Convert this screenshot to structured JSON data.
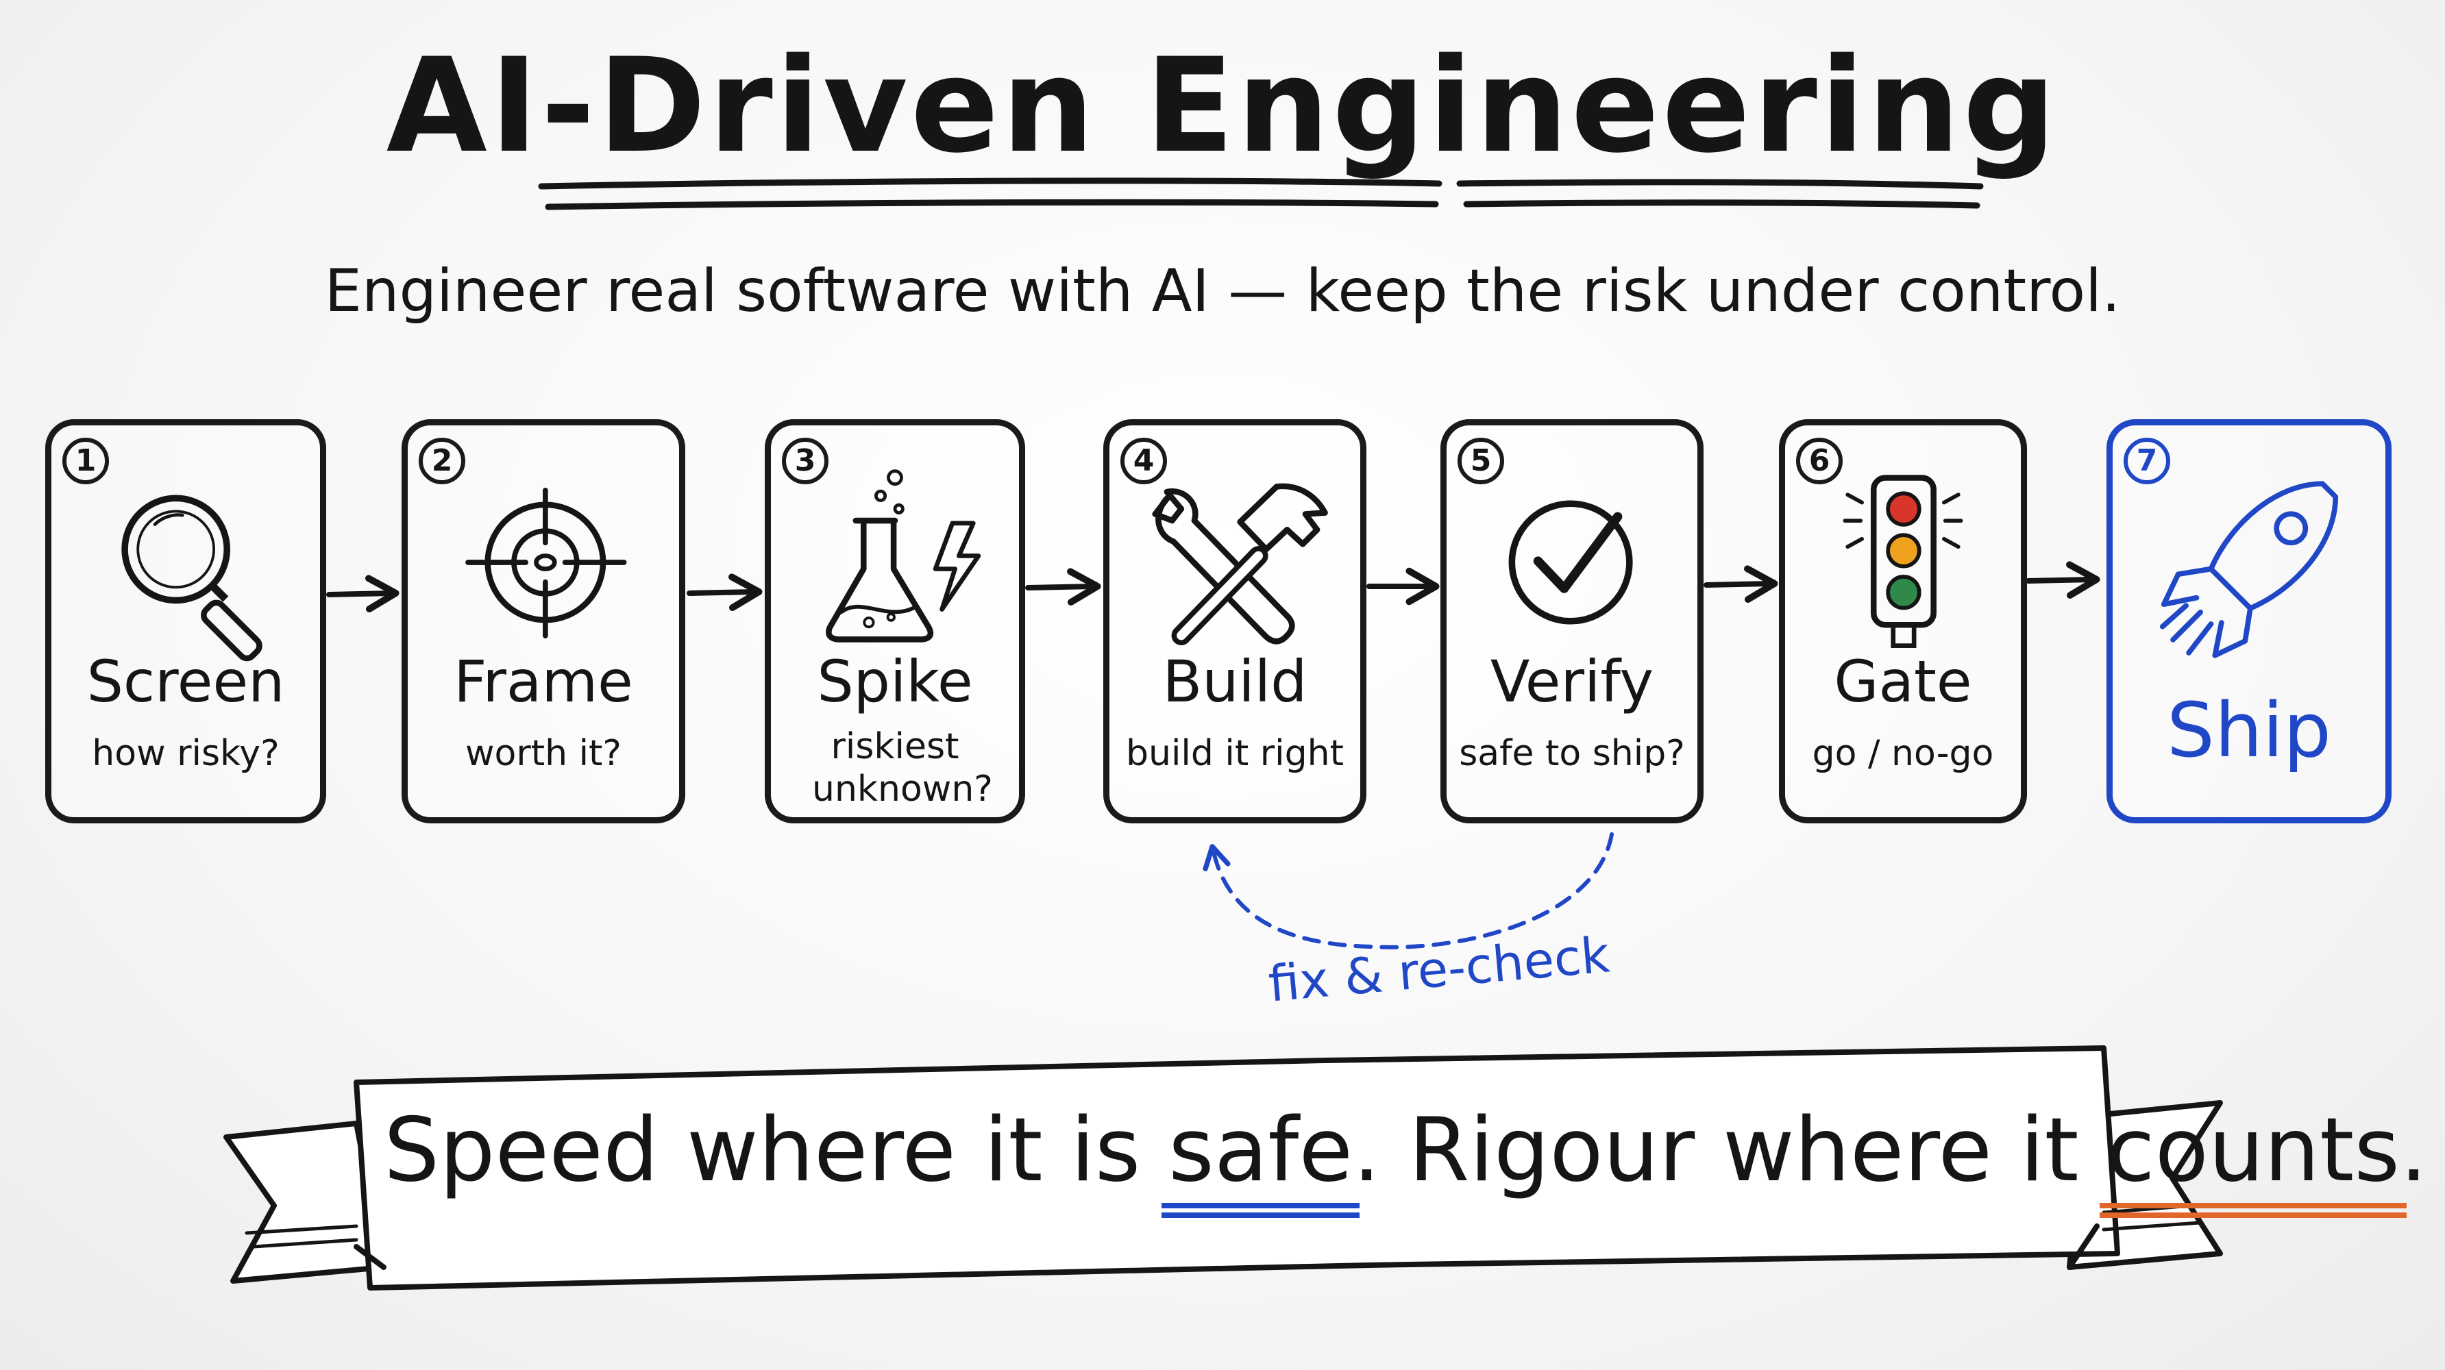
{
  "title": "AI-Driven Engineering",
  "subtitle": "Engineer real software with AI — keep the risk under control.",
  "steps": [
    {
      "number": "1",
      "label": "Screen",
      "sub": "how risky?",
      "icon": "magnifying-glass-icon"
    },
    {
      "number": "2",
      "label": "Frame",
      "sub": "worth it?",
      "icon": "target-crosshair-icon"
    },
    {
      "number": "3",
      "label": "Spike",
      "sub": "riskiest unknown?",
      "icon": "flask-lightning-icon"
    },
    {
      "number": "4",
      "label": "Build",
      "sub": "build it right",
      "icon": "wrench-hammer-icon"
    },
    {
      "number": "5",
      "label": "Verify",
      "sub": "safe to ship?",
      "icon": "checkmark-circle-icon"
    },
    {
      "number": "6",
      "label": "Gate",
      "sub": "go / no-go",
      "icon": "traffic-light-icon"
    },
    {
      "number": "7",
      "label": "Ship",
      "sub": "",
      "icon": "rocket-icon"
    }
  ],
  "loop": {
    "label": "fix & re-check",
    "from": "Verify",
    "to": "Build"
  },
  "banner": {
    "part1": "Speed where it is ",
    "highlight1": "safe",
    "part2": ". Rigour where it ",
    "highlight2": "counts",
    "part3": "."
  },
  "colors": {
    "ink": "#151515",
    "accent_blue": "#1f47c6",
    "accent_orange": "#e0662a",
    "traffic_red": "#d8362a",
    "traffic_amber": "#f0a21e",
    "traffic_green": "#2f8a4a"
  }
}
